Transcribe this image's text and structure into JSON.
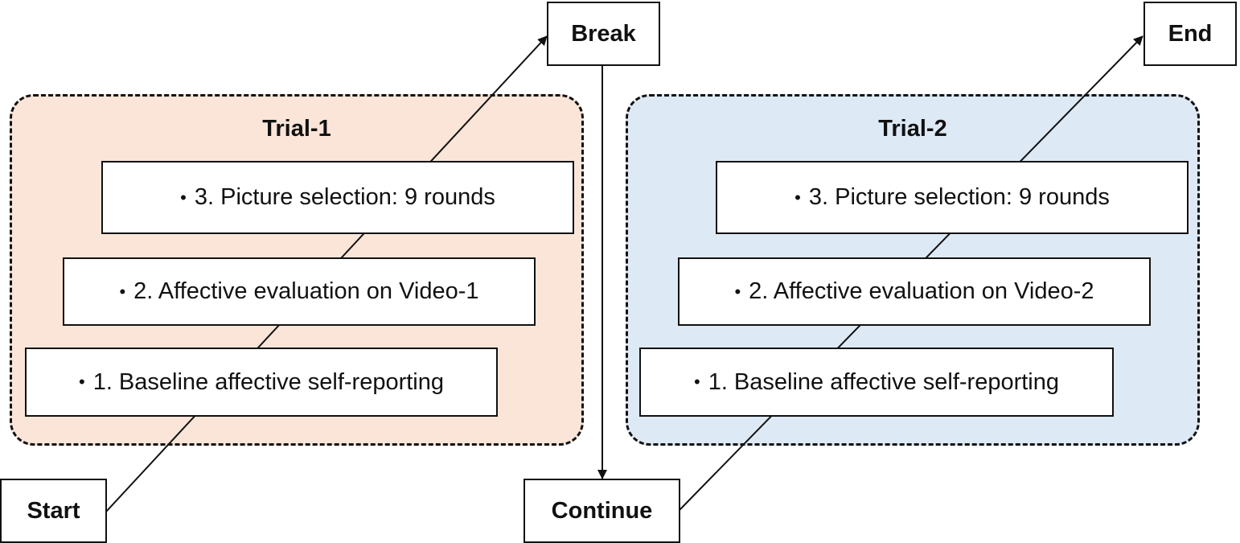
{
  "trial_1": {
    "title": "Trial-1",
    "steps": [
      "1. Baseline affective self-reporting",
      "2. Affective evaluation on Video-1",
      "3. Picture selection: 9 rounds"
    ],
    "fill": "#fae5d8"
  },
  "trial_2": {
    "title": "Trial-2",
    "steps": [
      "1. Baseline affective self-reporting",
      "2. Affective evaluation on Video-2",
      "3. Picture selection: 9 rounds"
    ],
    "fill": "#dde9f5"
  },
  "nodes": {
    "start": "Start",
    "break": "Break",
    "continue": "Continue",
    "end": "End"
  },
  "bullet": "•"
}
